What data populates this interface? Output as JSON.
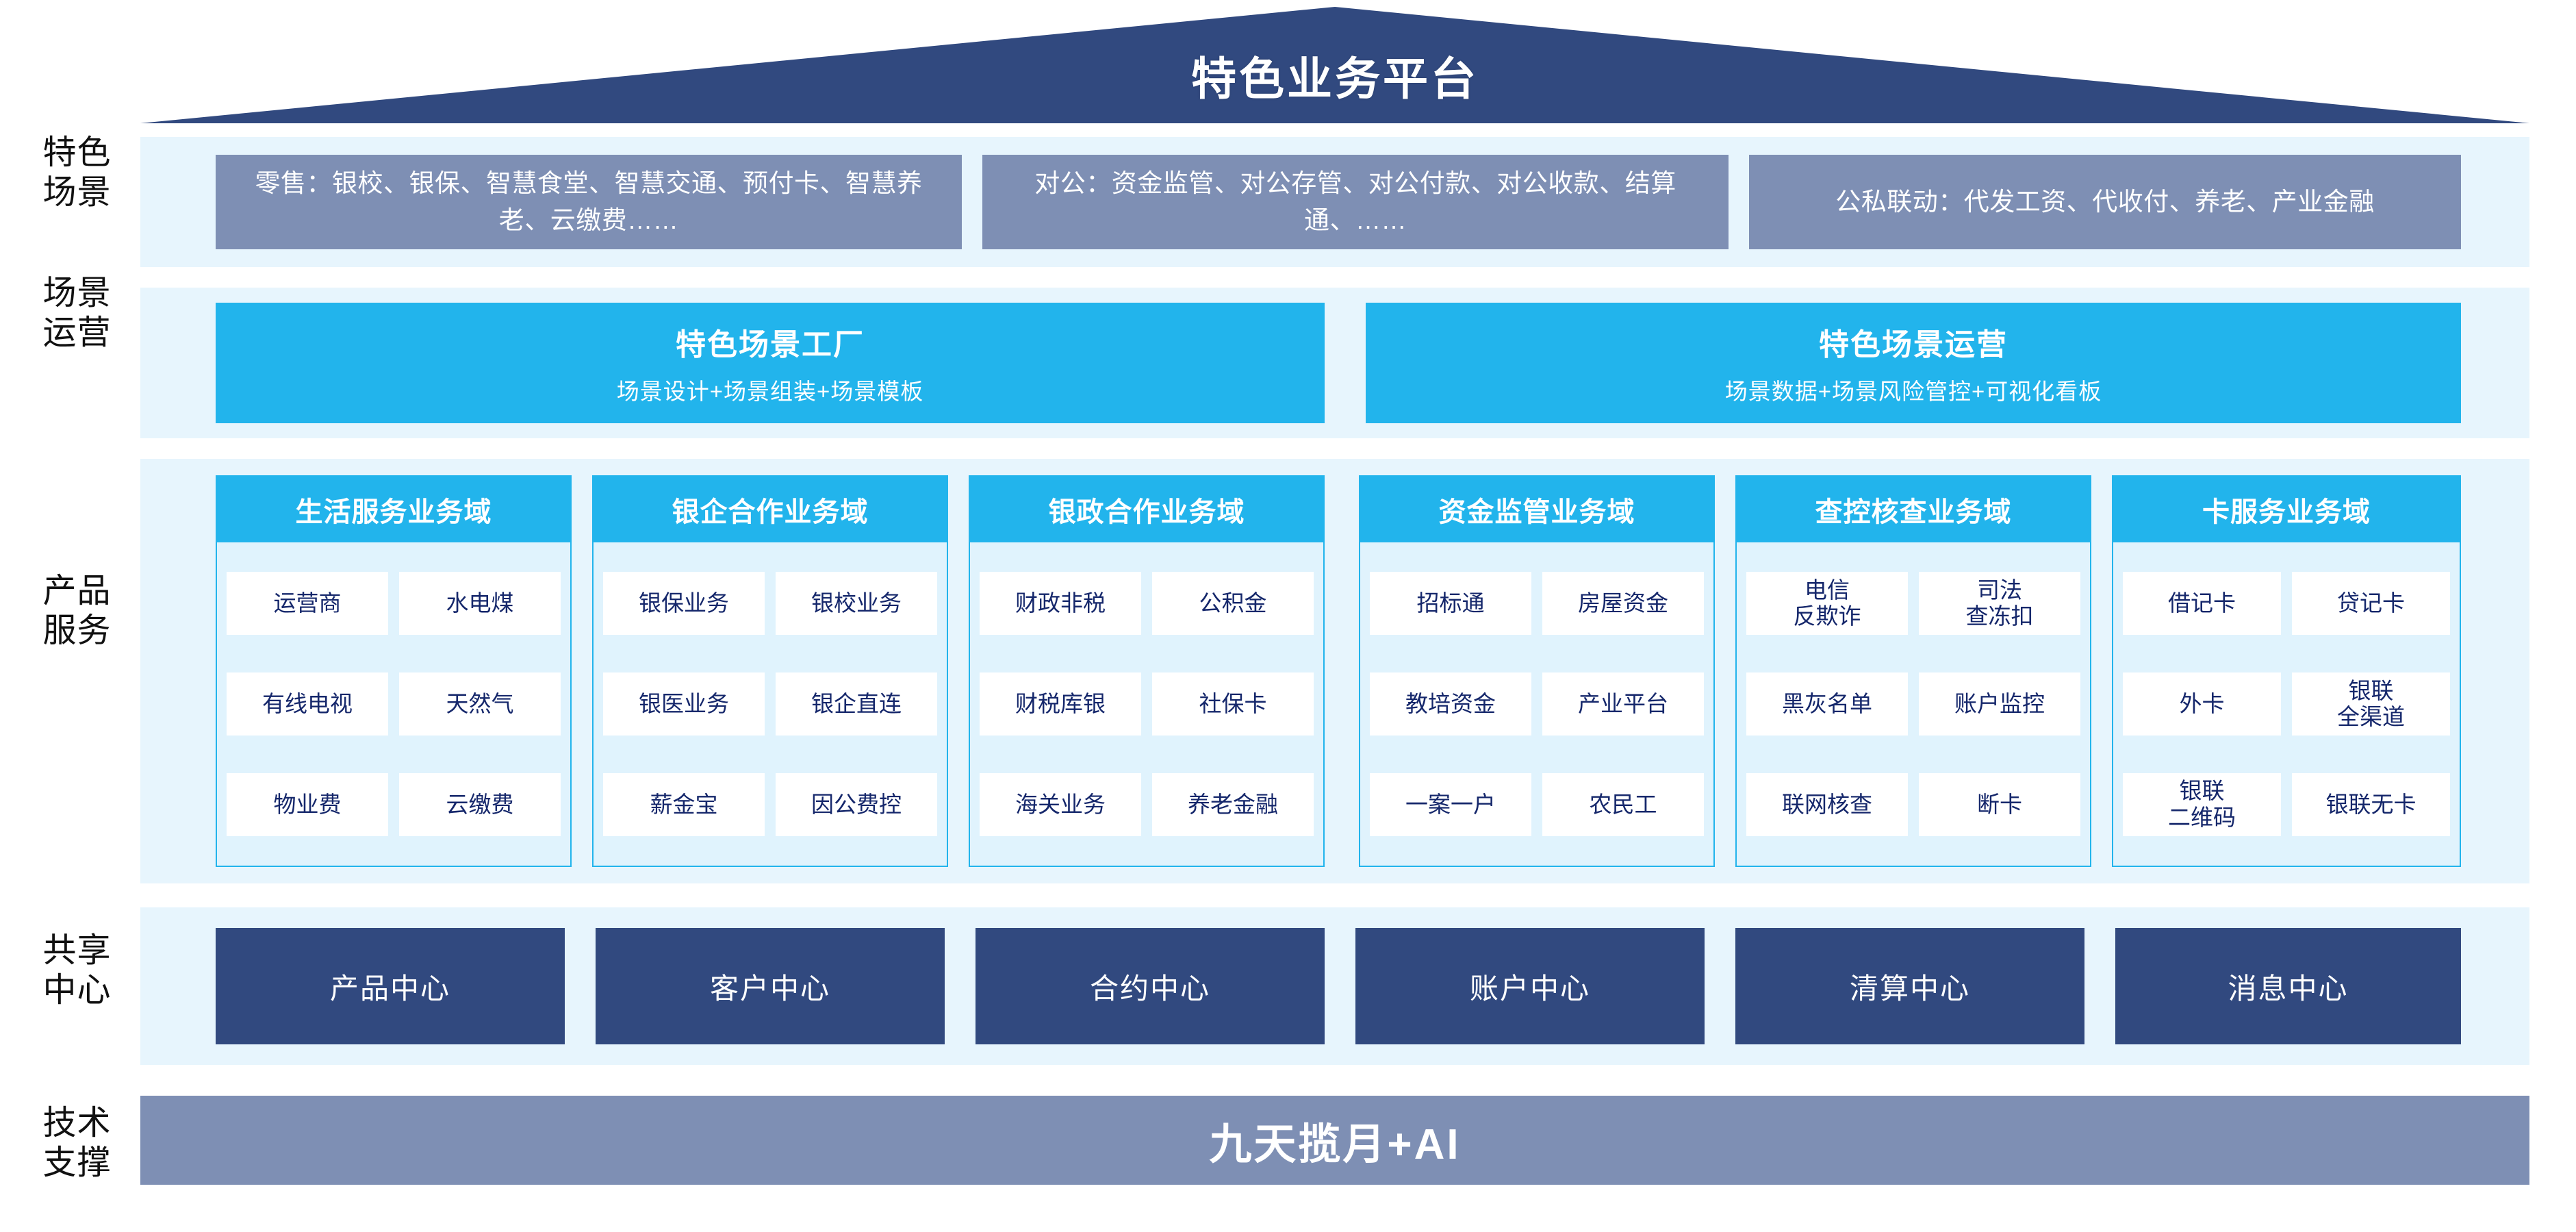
{
  "title": "特色业务平台",
  "colors": {
    "roof": "#31497f",
    "band": "#e7f5fd",
    "scenario_box": "#7e8fb4",
    "cyan": "#22b4ec",
    "navy": "#31497f",
    "cell_text": "#15276b",
    "tech_bar": "#7e8fb4"
  },
  "rail": {
    "scenario": "特色\n场景",
    "operation": "场景\n运营",
    "product": "产品\n服务",
    "shared": "共享\n中心",
    "tech": "技术\n支撑"
  },
  "scenarios": [
    {
      "label": "零售：银校、银保、智慧食堂、智慧交通、预付卡、智慧养老、云缴费……"
    },
    {
      "label": "对公：资金监管、对公存管、对公付款、对公收款、结算通、……"
    },
    {
      "label": "公私联动：代发工资、代收付、养老、产业金融"
    }
  ],
  "operations": [
    {
      "title": "特色场景工厂",
      "subtitle": "场景设计+场景组装+场景模板"
    },
    {
      "title": "特色场景运营",
      "subtitle": "场景数据+场景风险管控+可视化看板"
    }
  ],
  "domains": [
    {
      "title": "生活服务业务域",
      "rows": [
        [
          "运营商",
          "水电煤"
        ],
        [
          "有线电视",
          "天然气"
        ],
        [
          "物业费",
          "云缴费"
        ]
      ]
    },
    {
      "title": "银企合作业务域",
      "rows": [
        [
          "银保业务",
          "银校业务"
        ],
        [
          "银医业务",
          "银企直连"
        ],
        [
          "薪金宝",
          "因公费控"
        ]
      ]
    },
    {
      "title": "银政合作业务域",
      "rows": [
        [
          "财政非税",
          "公积金"
        ],
        [
          "财税库银",
          "社保卡"
        ],
        [
          "海关业务",
          "养老金融"
        ]
      ]
    },
    {
      "title": "资金监管业务域",
      "rows": [
        [
          "招标通",
          "房屋资金"
        ],
        [
          "教培资金",
          "产业平台"
        ],
        [
          "一案一户",
          "农民工"
        ]
      ]
    },
    {
      "title": "查控核查业务域",
      "rows": [
        [
          "电信\n反欺诈",
          "司法\n查冻扣"
        ],
        [
          "黑灰名单",
          "账户监控"
        ],
        [
          "联网核查",
          "断卡"
        ]
      ]
    },
    {
      "title": "卡服务业务域",
      "rows": [
        [
          "借记卡",
          "贷记卡"
        ],
        [
          "外卡",
          "银联\n全渠道"
        ],
        [
          "银联\n二维码",
          "银联无卡"
        ]
      ]
    }
  ],
  "shared_centers": [
    "产品中心",
    "客户中心",
    "合约中心",
    "账户中心",
    "清算中心",
    "消息中心"
  ],
  "tech_support": "九天揽月+AI"
}
